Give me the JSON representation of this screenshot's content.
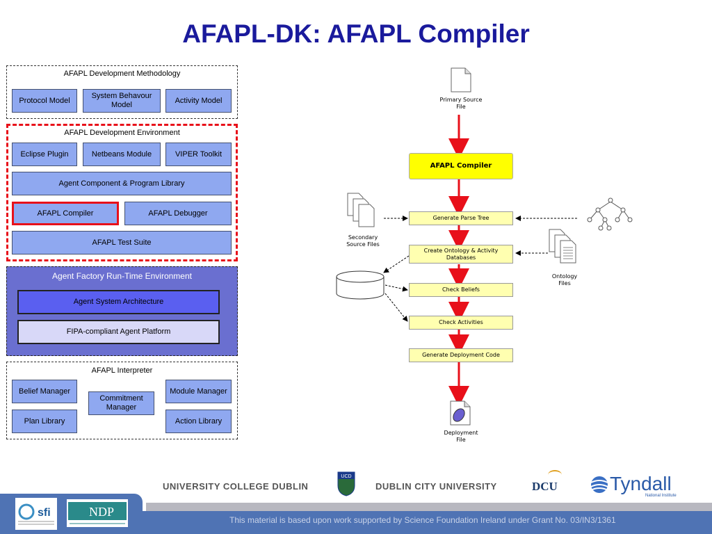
{
  "title": "AFAPL-DK: AFAPL Compiler",
  "methodology": {
    "label": "AFAPL Development Methodology",
    "items": [
      "Protocol Model",
      "System Behavour Model",
      "Activity Model"
    ]
  },
  "environment": {
    "label": "AFAPL Development Environment",
    "plugins": [
      "Eclipse Plugin",
      "Netbeans Module",
      "VIPER Toolkit"
    ],
    "library": "Agent Component & Program Library",
    "compiler": "AFAPL Compiler",
    "debugger": "AFAPL Debugger",
    "test_suite": "AFAPL Test Suite"
  },
  "runtime": {
    "label": "Agent Factory Run-Time Environment",
    "architecture": "Agent System Architecture",
    "platform": "FIPA-compliant Agent Platform"
  },
  "interpreter": {
    "label": "AFAPL Interpreter",
    "belief_manager": "Belief Manager",
    "commitment_manager": "Commitment Manager",
    "module_manager": "Module Manager",
    "plan_library": "Plan Library",
    "action_library": "Action Library"
  },
  "flow": {
    "primary_source": "Primary Source File",
    "compiler": "AFAPL Compiler",
    "parse_tree": "Generate Parse Tree",
    "databases": "Create Ontology & Activity Databases",
    "check_beliefs": "Check Beliefs",
    "check_activities": "Check Activities",
    "deployment_code": "Generate Deployment Code",
    "secondary_sources": "Secondary Source Files",
    "ontology_files": "Ontology Files",
    "deployment_file": "Deployment File"
  },
  "footer": {
    "ucd": "UNIVERSITY COLLEGE DUBLIN",
    "ucd_logo": "UCD",
    "dcu": "DUBLIN CITY UNIVERSITY",
    "dcu_logo": "DCU",
    "tyndall": "Tyndall",
    "tyndall_sub": "National Institute",
    "sfi": "sfi",
    "ndp": "NDP",
    "grant": "This material is based upon work supported by Science Foundation Ireland under Grant No. 03/IN3/1361"
  },
  "colors": {
    "title": "#1a1a9c",
    "box": "#8fa8f0",
    "runtime": "#6a6fd0",
    "highlight": "#e8101a",
    "flow_box": "#ffffb0",
    "compiler_box": "#ffff00",
    "footer": "#4f73b4"
  }
}
